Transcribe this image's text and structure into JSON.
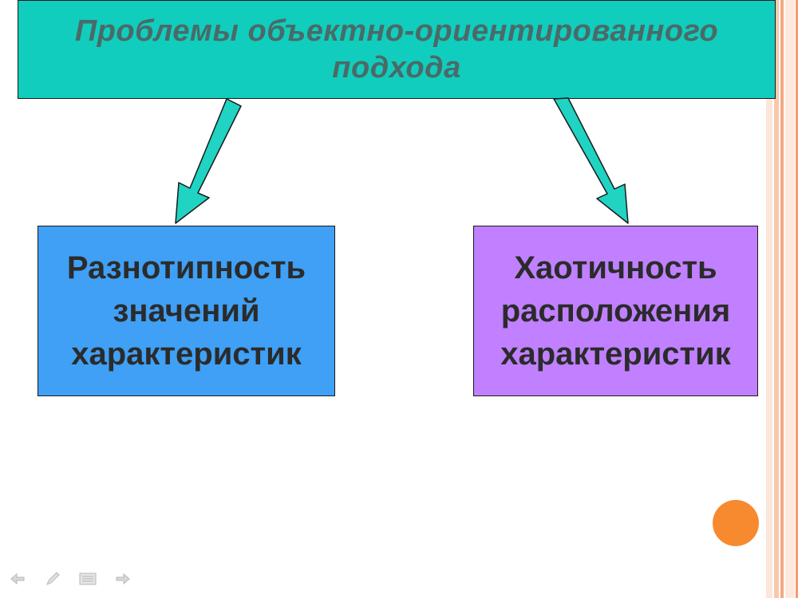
{
  "title": "Проблемы объектно-ориентированного подхода",
  "boxes": {
    "left": "Разнотипность значений характеристик",
    "right": "Хаотичность расположения характеристик"
  },
  "colors": {
    "title_bg": "#11cdbd",
    "title_text": "#4a6a68",
    "box_left": "#3fa0f5",
    "box_right": "#c080ff",
    "arrow": "#20d3c3",
    "accent_circle": "#f78a2e",
    "stripe_colors": [
      "#f8dccb",
      "#f4b99a",
      "#f79a6d"
    ]
  },
  "controls": {
    "icons": [
      "back-arrow-icon",
      "pen-icon",
      "menu-icon",
      "forward-arrow-icon"
    ]
  }
}
